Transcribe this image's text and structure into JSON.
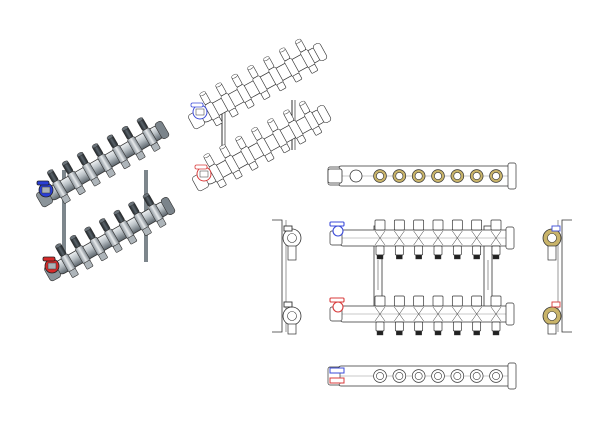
{
  "colors": {
    "background": "#ffffff",
    "body_light": "#d9dde0",
    "body_mid": "#9aa3aa",
    "body_dark": "#4b545b",
    "cap_dark": "#2e3438",
    "line": "#333333",
    "blue_valve": "#2a3fd6",
    "red_valve": "#d62a2a",
    "line_blue": "#3b4bd8",
    "line_red": "#d83b3b",
    "brass": "#c9b46a"
  },
  "views": {
    "shaded_iso": {
      "ports_per_bar": 7,
      "valves": [
        "blue",
        "red"
      ]
    },
    "line_iso": {
      "ports_per_bar": 7,
      "valves": [
        "blue",
        "red"
      ]
    },
    "top_view": {
      "ports": 7
    },
    "front_view": {
      "ports_per_bar": 7,
      "valves": [
        "blue",
        "red"
      ]
    },
    "left_side_view": {},
    "right_side_view": {},
    "bottom_view": {
      "ports": 7
    }
  }
}
